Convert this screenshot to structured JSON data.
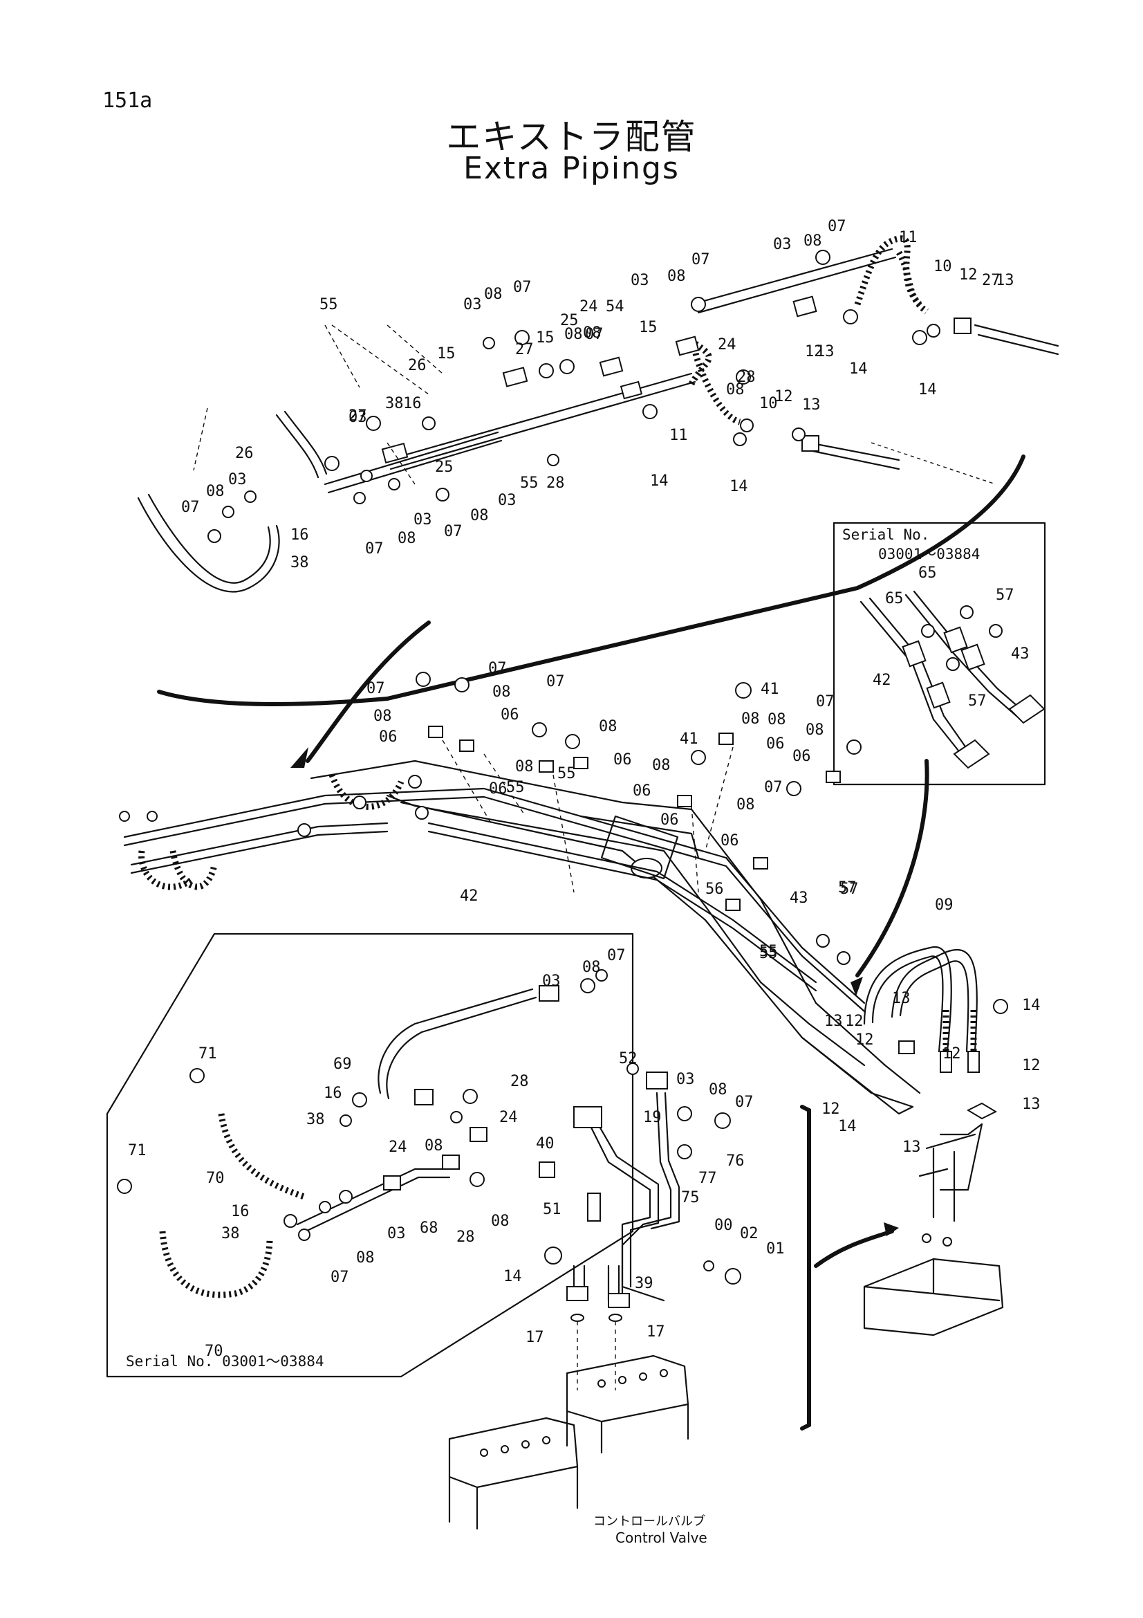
{
  "header": {
    "page_number": "151a",
    "title_jp": "エキストラ配管",
    "title_en": "Extra Pipings"
  },
  "insets": {
    "upper_right_serial_label": "Serial No.",
    "upper_right_serial_range": "03001～03884",
    "lower_left_serial": "Serial No.  03001～03884"
  },
  "captions": {
    "control_valve_jp": "コントロールバルブ",
    "control_valve_en": "Control Valve"
  },
  "labels": {
    "top": [
      "55",
      "03",
      "08",
      "07",
      "26",
      "15",
      "27",
      "15",
      "38",
      "16",
      "27",
      "03",
      "08",
      "07",
      "15",
      "25",
      "08",
      "24",
      "54",
      "03",
      "08",
      "07",
      "03",
      "08",
      "07",
      "11",
      "10",
      "12",
      "13",
      "27",
      "24",
      "28",
      "11",
      "08",
      "10",
      "12",
      "13",
      "14",
      "14",
      "14",
      "12",
      "13",
      "28",
      "55",
      "16",
      "26",
      "03",
      "08",
      "07",
      "38",
      "07",
      "08",
      "03",
      "07",
      "08",
      "03",
      "25",
      "14"
    ],
    "middle": [
      "07",
      "07",
      "08",
      "08",
      "06",
      "06",
      "08",
      "07",
      "08",
      "06",
      "06",
      "08",
      "55",
      "55",
      "06",
      "41",
      "08",
      "06",
      "07",
      "08",
      "06",
      "41",
      "08",
      "06",
      "07",
      "08",
      "06",
      "56",
      "43",
      "57",
      "09",
      "42",
      "55",
      "13",
      "12",
      "13",
      "12",
      "12",
      "12",
      "14",
      "12",
      "13",
      "13",
      "14",
      "55",
      "57",
      "65",
      "65",
      "57",
      "43",
      "42",
      "57"
    ],
    "bottom_left": [
      "07",
      "08",
      "03",
      "71",
      "69",
      "28",
      "16",
      "38",
      "24",
      "08",
      "24",
      "71",
      "70",
      "16",
      "38",
      "68",
      "08",
      "03",
      "28",
      "07",
      "08",
      "70"
    ],
    "bottom_center": [
      "52",
      "03",
      "19",
      "08",
      "07",
      "40",
      "76",
      "77",
      "75",
      "51",
      "00",
      "02",
      "01",
      "14",
      "39",
      "17",
      "17"
    ]
  }
}
